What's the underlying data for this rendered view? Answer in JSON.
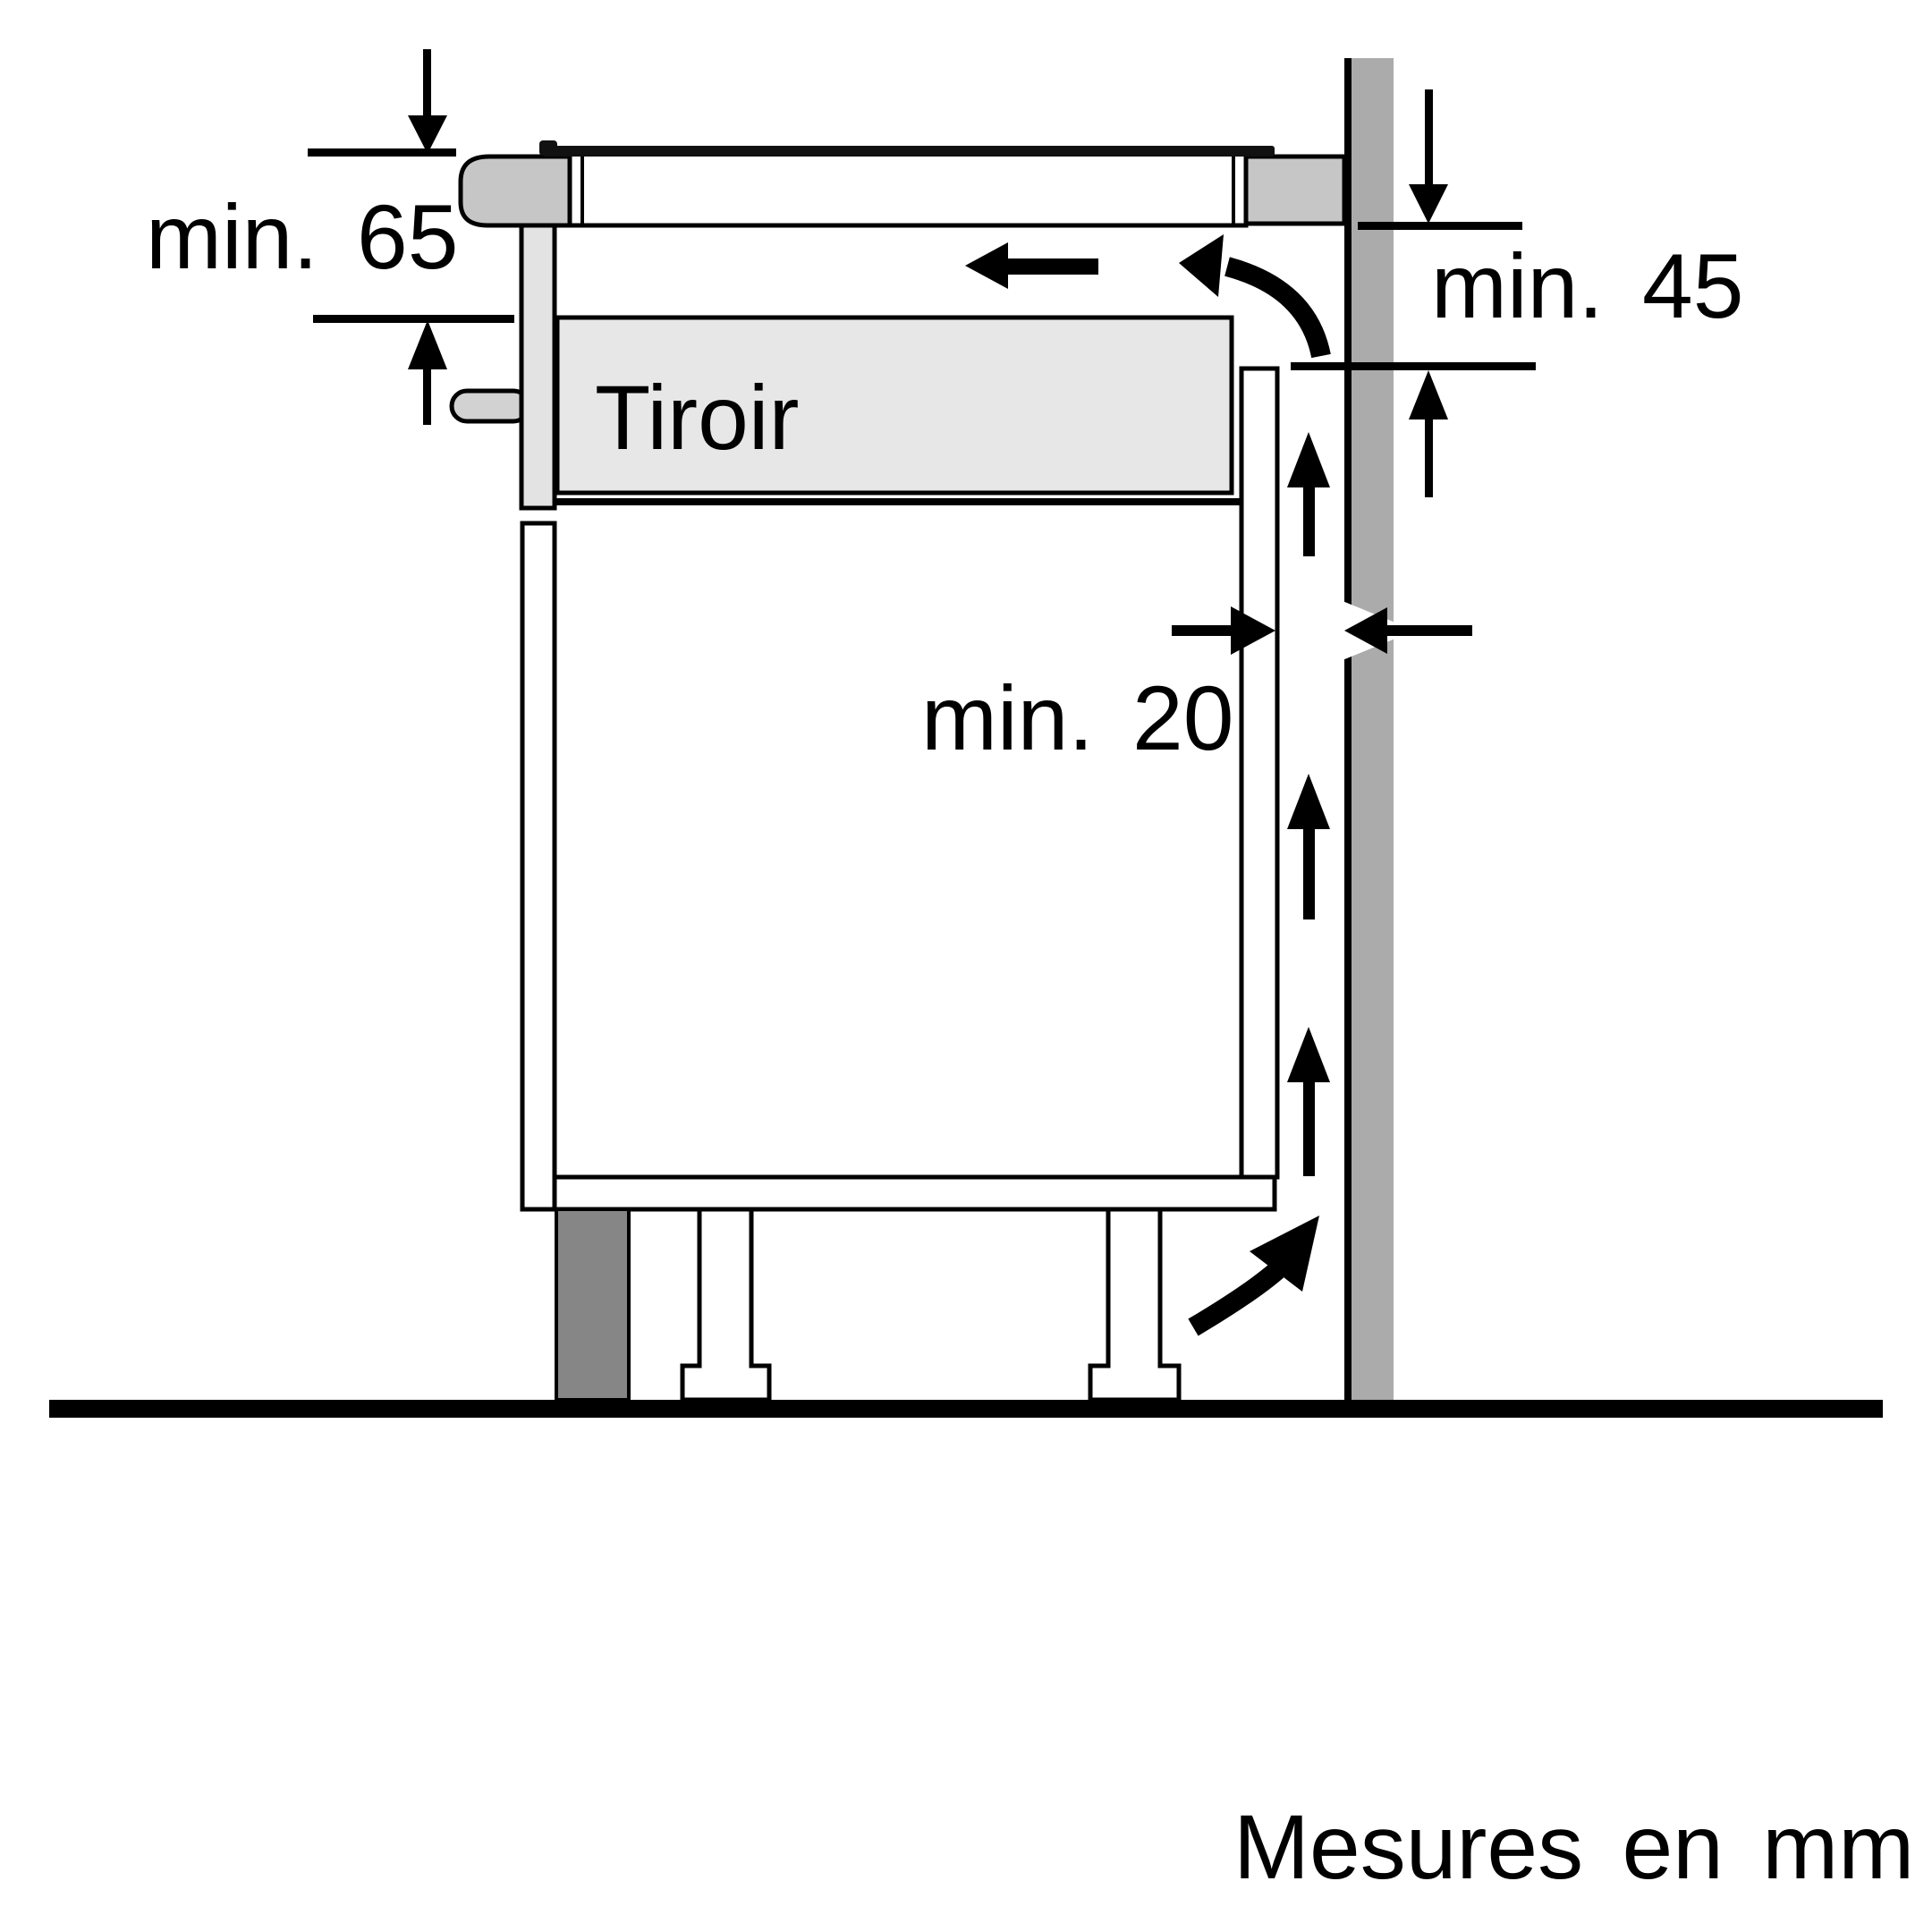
{
  "labels": {
    "dim_hob_depth": "min. 65",
    "dim_rear_cutout": "min. 45",
    "dim_wall_gap": "min. 20",
    "drawer": "Tiroir",
    "footer": "Mesures en mm"
  },
  "colors": {
    "line": "#000000",
    "wall": "#ababab",
    "worktop": "#c6c6c6",
    "drawer_front": "#e3e3e3",
    "drawer_box": "#e7e7e7",
    "handle": "#d2d2d2",
    "plinth": "#868686",
    "glass": "#111111",
    "background": "#ffffff"
  }
}
